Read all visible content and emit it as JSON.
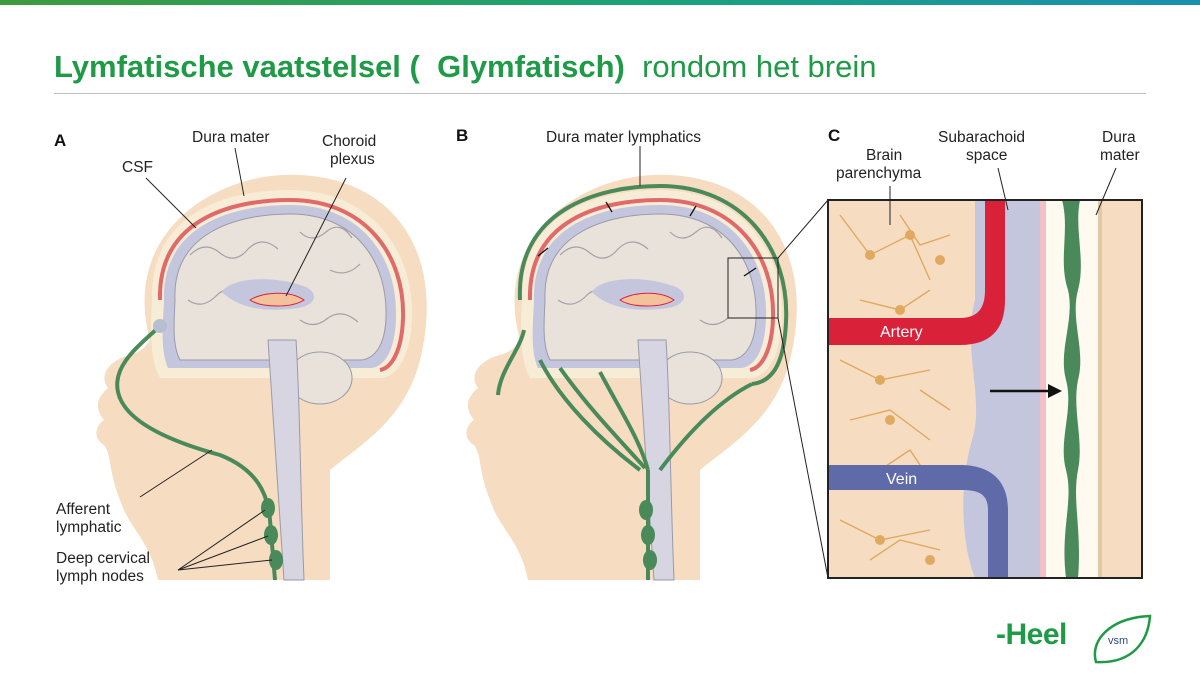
{
  "slide": {
    "title_part1": "Lymfatische vaatstelsel (",
    "title_part2": "Glymfatisch)",
    "title_part3": "rondom het brein"
  },
  "panels": {
    "a": {
      "letter": "A",
      "dura_mater": "Dura mater",
      "choroid_line1": "Choroid",
      "choroid_line2": "plexus",
      "csf": "CSF",
      "afferent_line1": "Afferent",
      "afferent_line2": "lymphatic",
      "deep_line1": "Deep cervical",
      "deep_line2": "lymph nodes"
    },
    "b": {
      "letter": "B",
      "dura_lymphatics": "Dura mater lymphatics"
    },
    "c": {
      "letter": "C",
      "brain_line1": "Brain",
      "brain_line2": "parenchyma",
      "sub_line1": "Subarachoid",
      "sub_line2": "space",
      "dura_line1": "Dura",
      "dura_line2": "mater",
      "artery": "Artery",
      "vein": "Vein"
    }
  },
  "logo": {
    "brand": "-Heel",
    "sub": "vsm"
  },
  "colors": {
    "title_green": "#1f9a47",
    "skin": "#f6dcc0",
    "brain": "#e8e2da",
    "lymph_green": "#4a8a5a",
    "artery_red": "#d9213a",
    "vein_blue": "#5f6aa8",
    "csf_lavender": "#c4c6de"
  }
}
